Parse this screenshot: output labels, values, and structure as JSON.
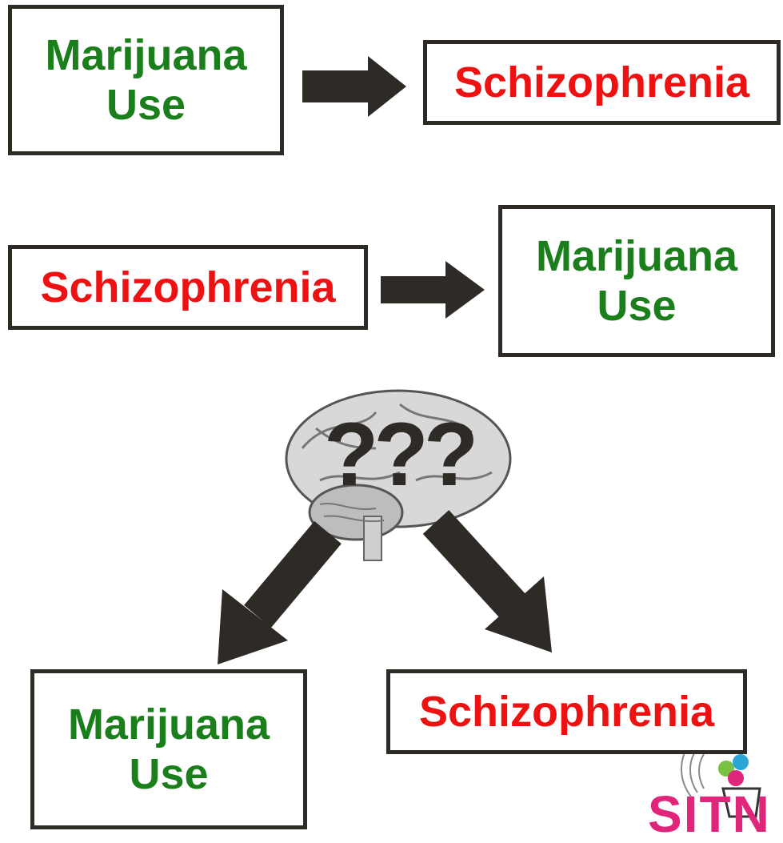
{
  "diagram": {
    "top_row": {
      "cause": "Marijuana Use",
      "cause_lines": [
        "Marijuana",
        "Use"
      ],
      "effect": "Schizophrenia"
    },
    "middle_row": {
      "cause": "Schizophrenia",
      "effect": "Marijuana Use",
      "effect_lines": [
        "Marijuana",
        "Use"
      ]
    },
    "bottom": {
      "unknown_label": "???",
      "left_effect_lines": [
        "Marijuana",
        "Use"
      ],
      "right_effect": "Schizophrenia"
    }
  },
  "logo": {
    "text": "SITN"
  },
  "colors": {
    "marijuana_text": "#1a7f1a",
    "schizophrenia_text": "#ee1111",
    "border_and_arrows": "#2e2b26",
    "logo": "#e0267a"
  },
  "icons": {
    "center": "brain-icon",
    "logo_signal": "signal-waves-icon"
  }
}
